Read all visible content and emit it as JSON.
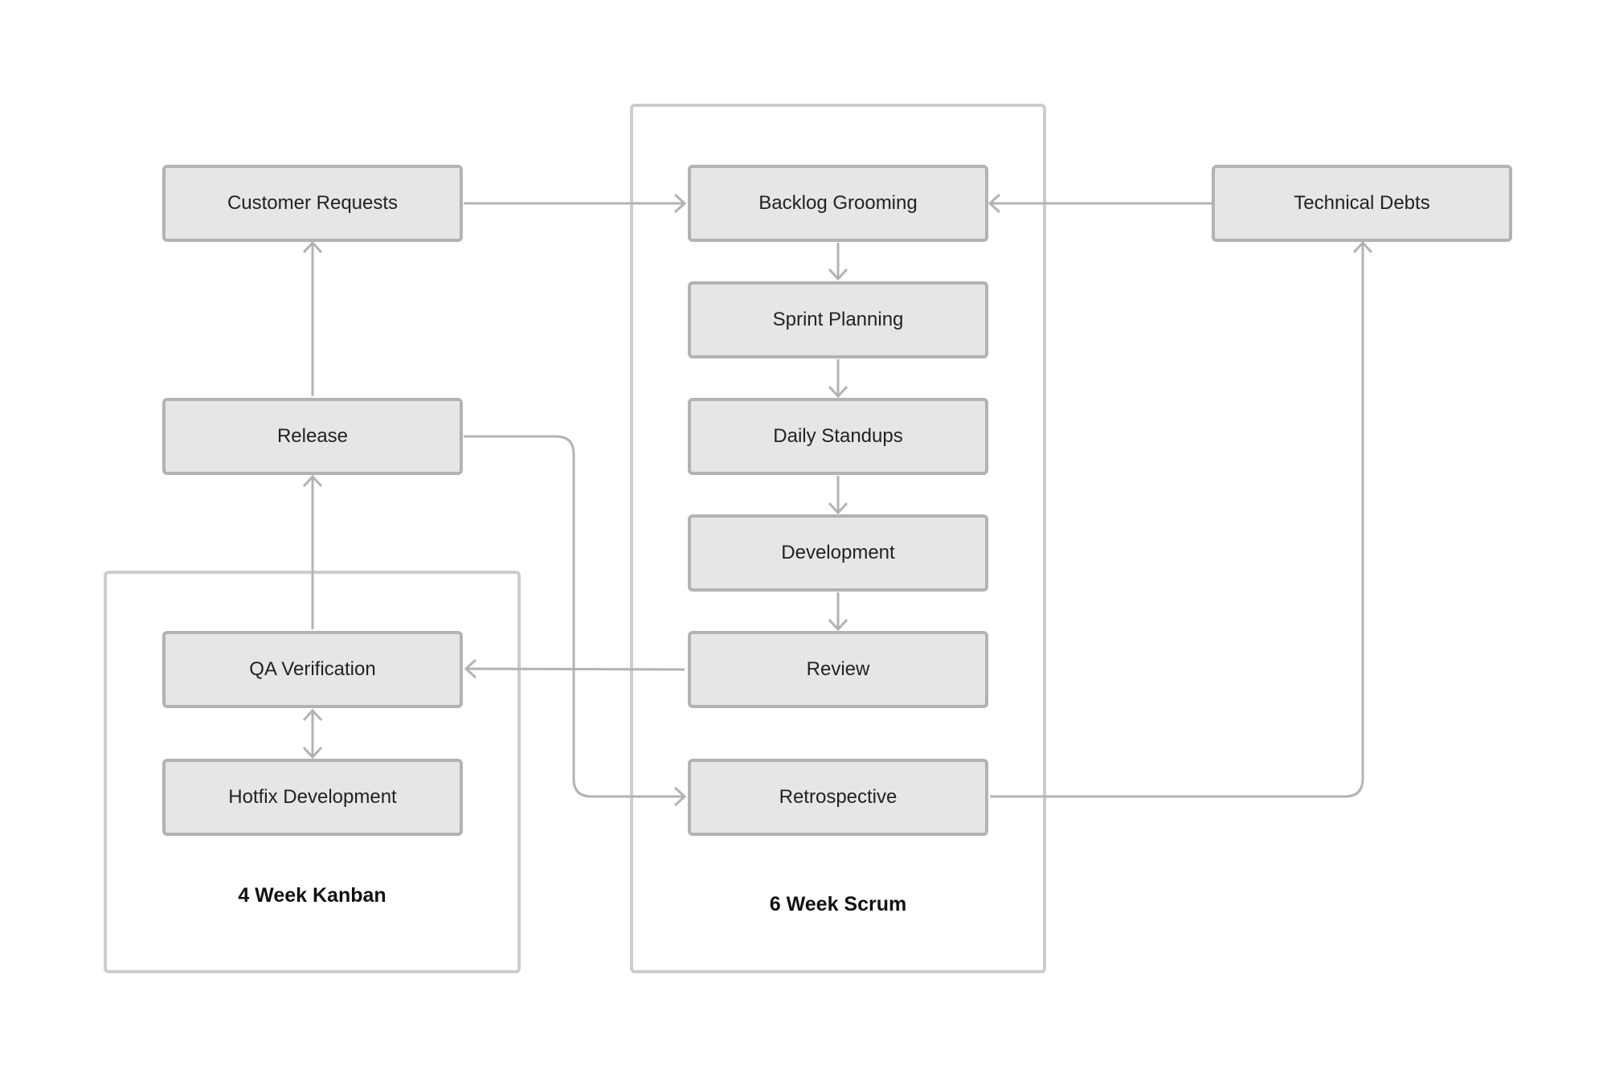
{
  "colors": {
    "background": "#ffffff",
    "node_fill": "#e6e6e6",
    "node_border": "#b3b3b3",
    "group_border": "#cccccc",
    "connector": "#b3b3b3",
    "text": "#222222"
  },
  "groups": {
    "kanban": {
      "label": "4 Week Kanban"
    },
    "scrum": {
      "label": "6 Week Scrum"
    }
  },
  "nodes": {
    "customer_requests": "Customer Requests",
    "release": "Release",
    "qa_verification": "QA Verification",
    "hotfix_development": "Hotfix Development",
    "backlog_grooming": "Backlog Grooming",
    "sprint_planning": "Sprint Planning",
    "daily_standups": "Daily Standups",
    "development": "Development",
    "review": "Review",
    "retrospective": "Retrospective",
    "technical_debts": "Technical Debts"
  },
  "edges": [
    {
      "from": "customer_requests",
      "to": "backlog_grooming",
      "direction": "forward"
    },
    {
      "from": "technical_debts",
      "to": "backlog_grooming",
      "direction": "forward"
    },
    {
      "from": "backlog_grooming",
      "to": "sprint_planning",
      "direction": "forward"
    },
    {
      "from": "sprint_planning",
      "to": "daily_standups",
      "direction": "forward"
    },
    {
      "from": "daily_standups",
      "to": "development",
      "direction": "forward"
    },
    {
      "from": "development",
      "to": "review",
      "direction": "forward"
    },
    {
      "from": "review",
      "to": "qa_verification",
      "direction": "forward"
    },
    {
      "from": "qa_verification",
      "to": "hotfix_development",
      "direction": "both"
    },
    {
      "from": "qa_verification",
      "to": "release",
      "direction": "forward"
    },
    {
      "from": "release",
      "to": "customer_requests",
      "direction": "forward"
    },
    {
      "from": "release",
      "to": "retrospective",
      "direction": "forward"
    },
    {
      "from": "retrospective",
      "to": "technical_debts",
      "direction": "forward"
    }
  ]
}
